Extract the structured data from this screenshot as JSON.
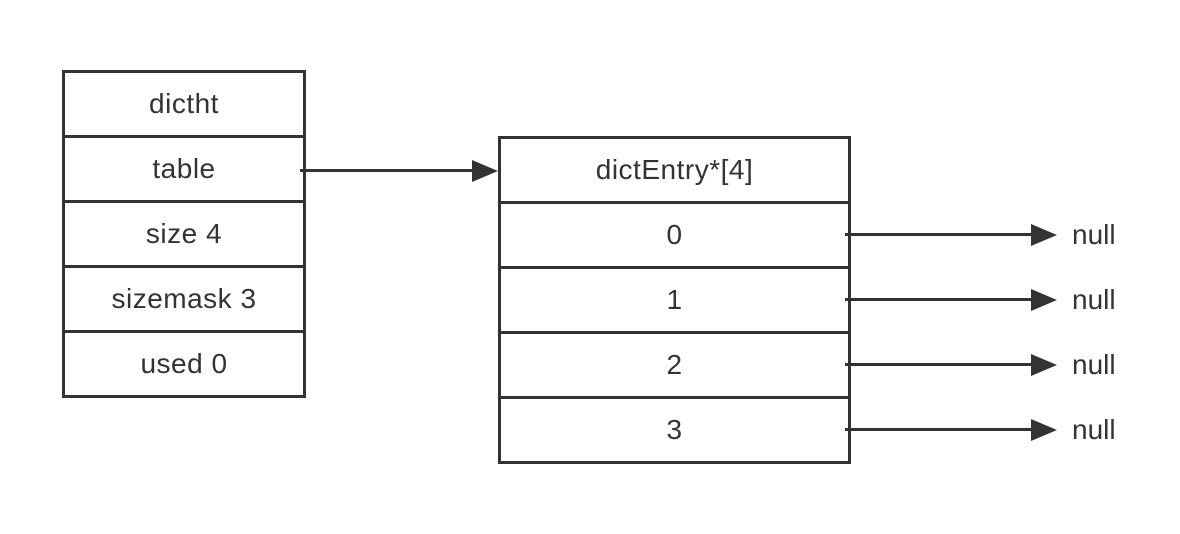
{
  "diagram": {
    "description": "Redis dictht hash table structure with empty bucket array",
    "colors": {
      "line": "#333333",
      "text": "#333333",
      "background": "#ffffff"
    },
    "left_box": {
      "rows": [
        "dictht",
        "table",
        "size 4",
        "sizemask 3",
        "used 0"
      ]
    },
    "right_box": {
      "rows": [
        "dictEntry*[4]",
        "0",
        "1",
        "2",
        "3"
      ]
    },
    "pointer_labels": [
      "null",
      "null",
      "null",
      "null"
    ]
  }
}
